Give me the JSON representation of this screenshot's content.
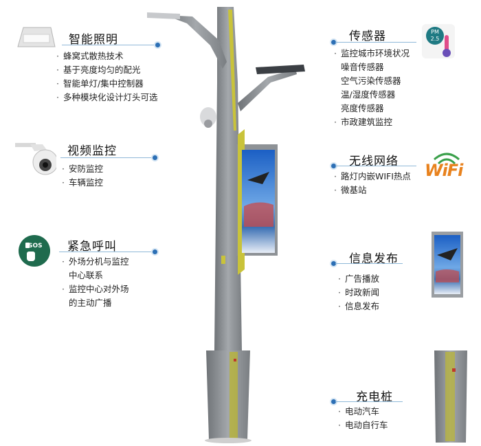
{
  "sections": {
    "smart_lighting": {
      "title": "智能照明",
      "items": [
        "蜂窝式散热技术",
        "基于亮度均匀的配光",
        "智能单灯/集中控制器",
        "多种模块化设计灯头可选"
      ]
    },
    "video_monitoring": {
      "title": "视频监控",
      "items": [
        "安防监控",
        "车辆监控"
      ]
    },
    "emergency_call": {
      "title": "紧急呼叫",
      "items": [
        "外场分机与监控",
        "中心联系",
        "监控中心对外场",
        "的主动广播"
      ]
    },
    "sensors": {
      "title": "传感器",
      "items": [
        "监控城市环境状况",
        "噪音传感器",
        "空气污染传感器",
        "温/湿度传感器",
        "亮度传感器",
        "市政建筑监控"
      ]
    },
    "wireless": {
      "title": "无线网络",
      "items": [
        "路灯内嵌WIFI热点",
        "微基站"
      ]
    },
    "info_release": {
      "title": "信息发布",
      "items": [
        "广告播放",
        "时政新闻",
        "信息发布"
      ]
    },
    "charging": {
      "title": "充电桩",
      "items": [
        "电动汽车",
        "电动自行车"
      ]
    }
  },
  "icons": {
    "sos": {
      "label": "SOS"
    },
    "pm": {
      "line1": "PM",
      "line2": "2.5"
    },
    "wifi": {
      "label": "WiFi"
    }
  },
  "colors": {
    "accent_dot": "#2c6fb5",
    "line": "#8fb8d8",
    "pole": "#8e9296",
    "pole_trim": "#c9c33a",
    "sos_green": "#1f6b4e",
    "wifi_orange": "#e8821e",
    "wifi_blue": "#2a5aa8",
    "wifi_green": "#3aa04a"
  }
}
